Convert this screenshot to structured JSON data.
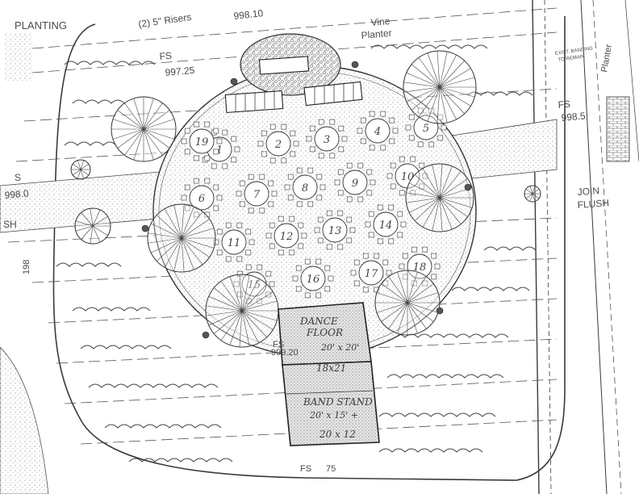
{
  "title": "",
  "labels": {
    "planting": "PLANTING",
    "risers": "(2) 5\" Risers",
    "risers_elev": "998.10",
    "vine_planter_1": "Vine",
    "vine_planter_2": "Planter",
    "fs_left_top": "FS",
    "fs_left_top_elev": "997.25",
    "fs_right": "FS",
    "fs_right_elev": "998.5",
    "s_left": "S",
    "s_left_elev": "998.0",
    "sh_left": "SH",
    "num_198": "198",
    "join_1": "JOIN",
    "join_2": "FLUSH",
    "exist_banding_1": "EXIST. BANDING",
    "exist_banding_2": "TO REMAIN",
    "planter_right": "Planter",
    "dance_1": "DANCE",
    "dance_2": "FLOOR",
    "dance_size": "20' x 20'",
    "dance_alt": "18x21",
    "fs_dance": "FS",
    "fs_dance_elev": "999.20",
    "band_1": "BAND STAND",
    "band_size": "20' x 15' +",
    "band_alt": "20 x 12",
    "fs_bottom": "FS",
    "fs_bottom_elev": "75"
  },
  "tables": [
    "1",
    "2",
    "3",
    "4",
    "5",
    "6",
    "7",
    "8",
    "9",
    "10",
    "11",
    "12",
    "13",
    "14",
    "15",
    "16",
    "17",
    "18",
    "19"
  ],
  "colors": {
    "ink": "#3a3a3a",
    "stipple": "#9a9a9a",
    "paper": "#ffffff",
    "light": "#cfcfcf"
  }
}
